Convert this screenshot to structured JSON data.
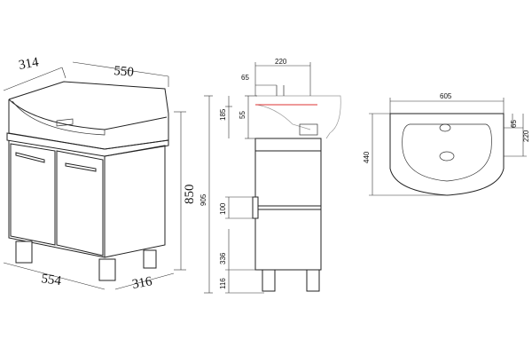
{
  "front_view": {
    "depth_top": "314",
    "width_top": "550",
    "height": "850",
    "width_bottom": "554",
    "depth_bottom": "316"
  },
  "side_view": {
    "sink_offset": "220",
    "dim_65": "65",
    "dim_185": "185",
    "dim_55": "55",
    "total_height": "905",
    "dim_100": "100",
    "dim_336": "336",
    "dim_116": "116"
  },
  "top_view": {
    "width": "605",
    "depth": "440",
    "dim_65": "65",
    "dim_220": "220"
  },
  "colors": {
    "line": "#222222",
    "highlight": "#dd3333"
  }
}
